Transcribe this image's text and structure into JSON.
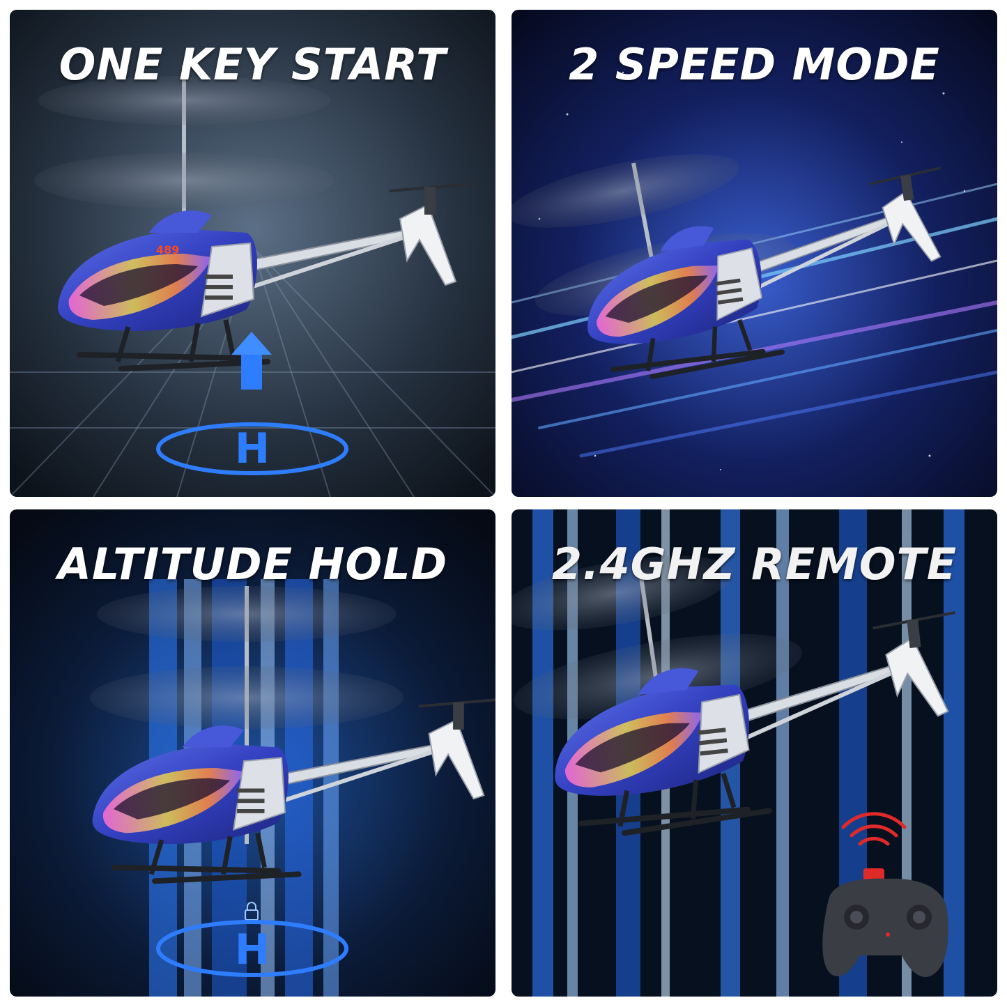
{
  "panels": [
    {
      "title": "ONE KEY START"
    },
    {
      "title": "2 SPEED MODE"
    },
    {
      "title": "ALTITUDE HOLD"
    },
    {
      "title": "2.4GHZ REMOTE"
    }
  ],
  "model_number": "489",
  "pad_letter": "H",
  "colors": {
    "accent_blue": "#2f7dff",
    "body_blue": "#3d4fd6",
    "remote_red": "#e02a2a",
    "background": "#0b1320"
  },
  "icons": [
    "up-arrow-icon",
    "helipad-icon",
    "lock-icon",
    "signal-waves-icon",
    "remote-controller-icon"
  ]
}
